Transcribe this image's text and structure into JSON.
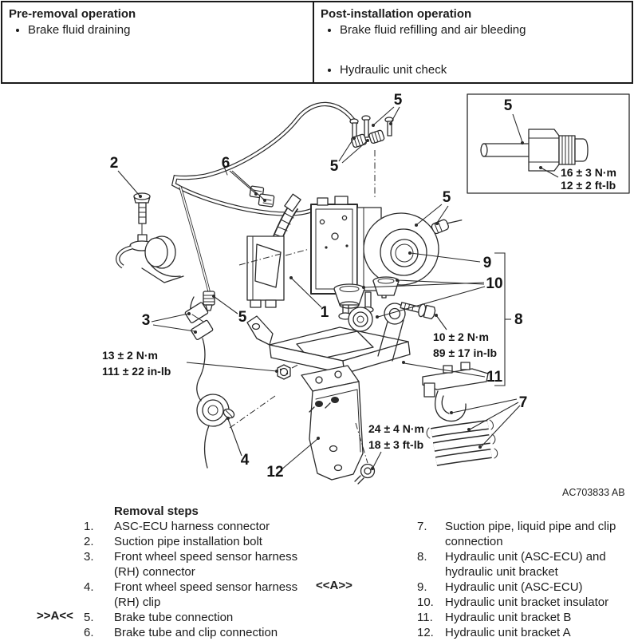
{
  "ops_table": {
    "pre": {
      "title": "Pre-removal operation",
      "items": [
        "Brake fluid draining"
      ]
    },
    "post": {
      "title": "Post-installation operation",
      "items": [
        "Brake fluid refilling and air bleeding",
        "Hydraulic unit check"
      ]
    }
  },
  "figure": {
    "drawing_code": "AC703833 AB",
    "callouts": {
      "n1": "1",
      "n2": "2",
      "n3": "3",
      "n4": "4",
      "n5": "5",
      "n6": "6",
      "n7": "7",
      "n8": "8",
      "n9": "9",
      "n10": "10",
      "n11": "11",
      "n12": "12"
    },
    "torque_specs": {
      "brake_tube_flare_nut": {
        "nm": "16 ± 3 N·m",
        "alt": "12 ± 2 ft-lb"
      },
      "sensor_harness_nut": {
        "nm": "13 ± 2 N·m",
        "alt": "111 ± 22 in-lb"
      },
      "bracket_bolt": {
        "nm": "10 ± 2 N·m",
        "alt": "89 ± 17 in-lb"
      },
      "bracket_a_bolt": {
        "nm": "24 ± 4 N·m",
        "alt": "18 ± 3 ft-lb"
      }
    }
  },
  "steps": {
    "title": "Removal steps",
    "reinstall_marker": ">>A<<",
    "removal_marker": "<<A>>",
    "left": [
      {
        "num": "1.",
        "text": "ASC-ECU harness connector"
      },
      {
        "num": "2.",
        "text": "Suction pipe installation bolt"
      },
      {
        "num": "3.",
        "text": "Front wheel speed sensor harness (RH) connector"
      },
      {
        "num": "4.",
        "text": "Front wheel speed sensor harness (RH) clip"
      },
      {
        "num": "5.",
        "text": "Brake tube connection"
      },
      {
        "num": "6.",
        "text": "Brake tube and clip connection"
      }
    ],
    "right": [
      {
        "num": "7.",
        "text": "Suction pipe, liquid pipe and clip connection"
      },
      {
        "num": "8.",
        "text": "Hydraulic unit (ASC-ECU) and hydraulic unit bracket"
      },
      {
        "num": "9.",
        "text": "Hydraulic unit (ASC-ECU)"
      },
      {
        "num": "10.",
        "text": "Hydraulic unit bracket insulator"
      },
      {
        "num": "11.",
        "text": "Hydraulic unit bracket B"
      },
      {
        "num": "12.",
        "text": "Hydraulic unit bracket A"
      }
    ]
  }
}
